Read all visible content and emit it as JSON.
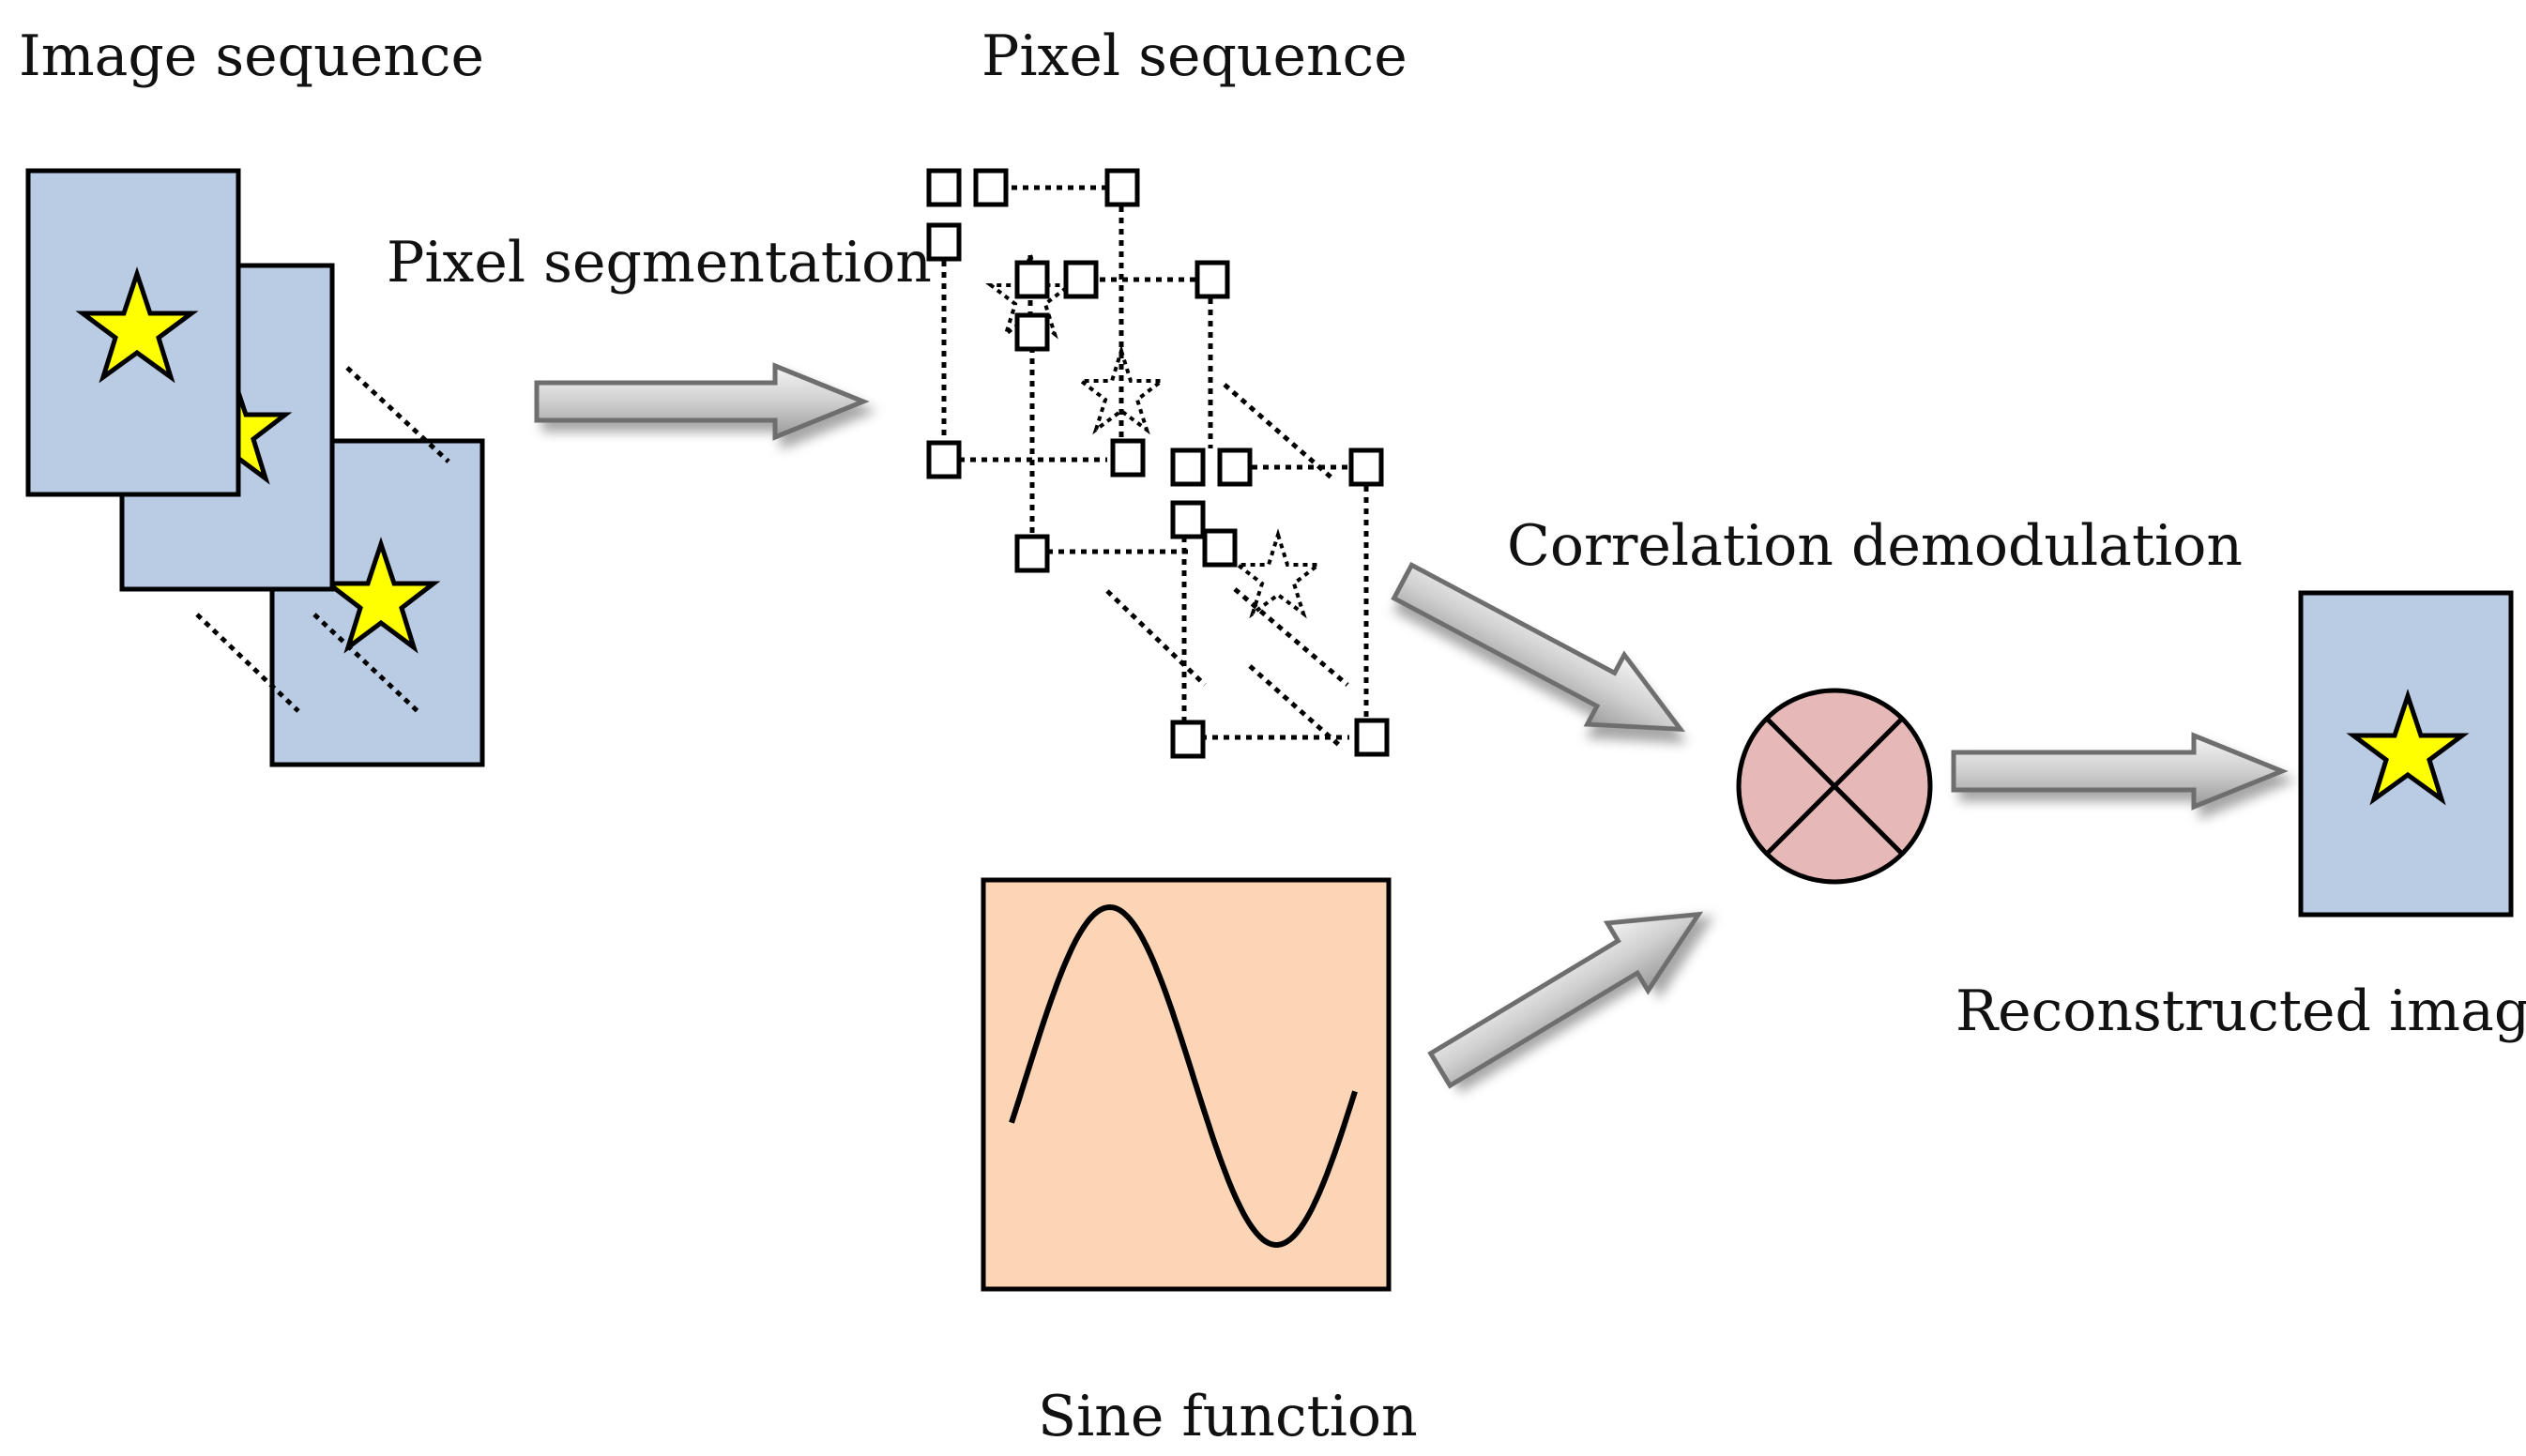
{
  "labels": {
    "image_sequence": "Image sequence",
    "pixel_sequence": "Pixel sequence",
    "pixel_segmentation": "Pixel segmentation",
    "correlation_demodulation": "Correlation demodulation",
    "reconstructed_image": "Reconstructed image",
    "sine_function": "Sine function"
  },
  "colors": {
    "frame_fill": "#b9cce4",
    "star_fill": "#ffff00",
    "multiplier_fill": "#e6b8b7",
    "sine_fill": "#fbd5b5",
    "arrow_fill": "#c8c8c8",
    "arrow_stroke": "#6e6e6e",
    "line": "#000000"
  },
  "icons": {
    "frame_mark": "star-icon",
    "multiplier": "multiply-circle-icon",
    "sine": "sine-wave-icon"
  }
}
